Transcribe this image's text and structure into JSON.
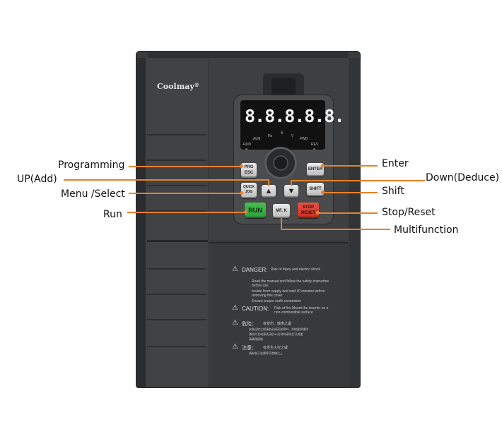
{
  "brand": {
    "logo_text": "Coolmay",
    "mark": "®"
  },
  "display": {
    "readout": "8.8.8.8.8.",
    "indicators_top": [
      "ALM",
      "Hz",
      "A",
      "V",
      "FWD"
    ],
    "indicators_bottom_left": "RUN",
    "indicators_bottom_right": "REV"
  },
  "keys": {
    "prg_esc_line1": "PRG",
    "prg_esc_line2": "ESC",
    "enter": "ENTER",
    "up_glyph": "▲",
    "down_glyph": "▼",
    "quick_jog_line1": "QUICK",
    "quick_jog_line2": "JOG",
    "shift": "SHIFT",
    "run": "RUN",
    "mf_k": "MF. K",
    "stop_reset_line1": "STOP",
    "stop_reset_line2": "RESET"
  },
  "callouts": {
    "programming": "Programming",
    "up_add": "UP(Add)",
    "menu_select": "Menu /Select",
    "run": "Run",
    "enter": "Enter",
    "down_deduce": "Down(Deduce)",
    "shift": "Shift",
    "stop_reset": "Stop/Reset",
    "multifunction": "Multifunction"
  },
  "warnings": {
    "danger_title": "DANGER:",
    "danger_text": "Risk of injury and electric shock",
    "danger_bullets": [
      "Read the manual and follow the safety instructins before use",
      "Isolate from supply and wait 10 minutes before removing this cover",
      "Ensure proper earth connection"
    ],
    "caution_title": "CAUTION:",
    "caution_text": "Risk of fire Mount the inverter on a non-combustible surface",
    "cn_danger_title": "危险：",
    "cn_danger_text": "有受伤、触电之虞",
    "cn_danger_bullets": [
      "安装运转之前请务必阅读说明书，并按要求操作",
      "通电中及电源关闭后10分钟内请勿打开前盖",
      "请确保接地"
    ],
    "cn_caution_title": "注意：",
    "cn_caution_text": "有发生火灾之虞",
    "cn_caution_bullets": [
      "请安装于金属等不燃物之上"
    ]
  },
  "colors": {
    "wire": "#e8822a",
    "body": "#3a3b3d",
    "run_key": "#2f9e3a",
    "stop_key": "#d63a2a",
    "lcd_red": "#ff2a2a"
  }
}
